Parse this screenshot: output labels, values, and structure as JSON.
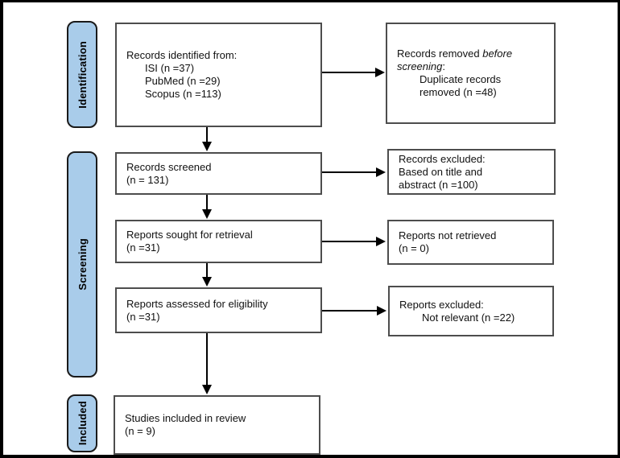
{
  "sidebar": {
    "stages": [
      {
        "label": "Identification"
      },
      {
        "label": "Screening"
      },
      {
        "label": "Included"
      }
    ]
  },
  "boxes": {
    "identified": {
      "heading": "Records identified from:",
      "items": [
        "ISI (n =37)",
        "PubMed (n =29)",
        "Scopus (n =113)"
      ]
    },
    "removed_before_screening": {
      "l1_normal": "Records removed ",
      "l1_italic": "before",
      "l2_italic": "screening",
      "l2_normal": ":",
      "items": [
        "Duplicate records",
        "removed (n =48)"
      ]
    },
    "screened": {
      "lines": [
        "Records screened",
        "(n = 131)"
      ]
    },
    "excluded_screening": {
      "lines": [
        "Records excluded:",
        "Based on title and",
        "abstract (n =100)"
      ]
    },
    "sought": {
      "lines": [
        "Reports sought for retrieval",
        "(n =31)"
      ]
    },
    "not_retrieved": {
      "lines": [
        "Reports not retrieved",
        "(n = 0)"
      ]
    },
    "assessed": {
      "lines": [
        "Reports assessed for eligibility",
        "(n =31)"
      ]
    },
    "excluded_eligibility": {
      "heading": "Reports excluded:",
      "items": [
        "Not relevant (n =22)"
      ]
    },
    "included_review": {
      "lines": [
        "Studies included in review",
        "(n = 9)"
      ]
    }
  },
  "colors": {
    "stage_fill": "#a9ccea",
    "stage_border": "#1a1a1a",
    "box_border": "#4d4d4d",
    "arrow_color": "#000000"
  }
}
